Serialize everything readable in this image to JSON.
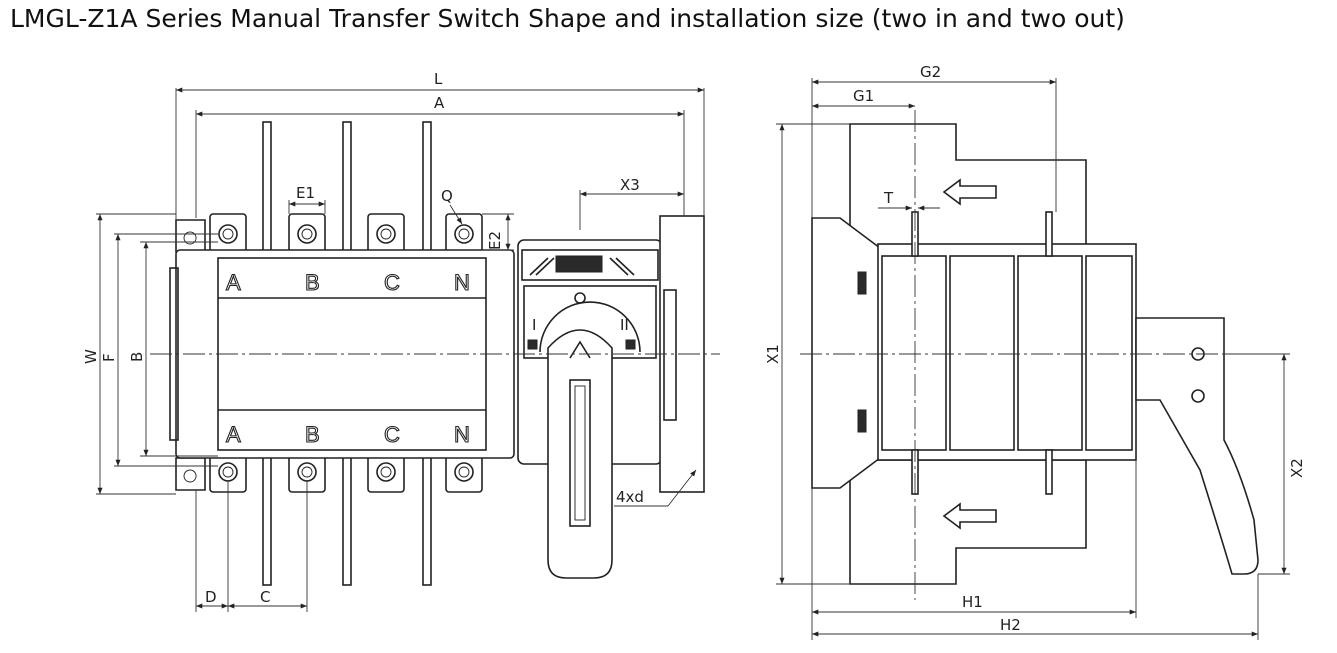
{
  "title": "LMGL-Z1A Series Manual Transfer Switch Shape and installation size (two in and two out)",
  "front_view": {
    "dims": {
      "L": "L",
      "A": "A",
      "E1": "E1",
      "Q": "Q",
      "E2": "E2",
      "X3": "X3",
      "W": "W",
      "F": "F",
      "B": "B",
      "D": "D",
      "C": "C",
      "holes": "4xd"
    },
    "phases_top": [
      "A",
      "B",
      "C",
      "N"
    ],
    "phases_bottom": [
      "A",
      "B",
      "C",
      "N"
    ],
    "dial": {
      "pos1": "I",
      "pos2": "II"
    }
  },
  "side_view": {
    "dims": {
      "G2": "G2",
      "G1": "G1",
      "T": "T",
      "X1": "X1",
      "X2": "X2",
      "H1": "H1",
      "H2": "H2"
    }
  }
}
